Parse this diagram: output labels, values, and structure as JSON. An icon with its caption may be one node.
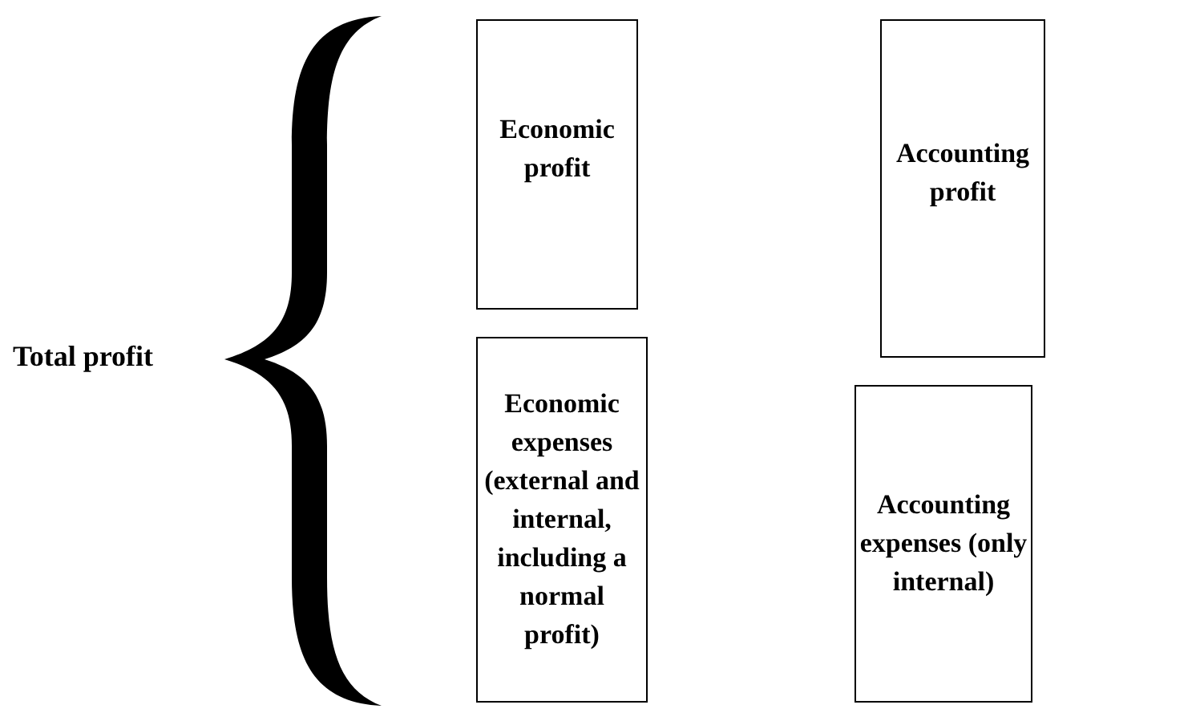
{
  "diagram": {
    "nodes": [
      {
        "text": [
          "Economic profit"
        ]
      },
      {
        "text": [
          "Accounting profit"
        ]
      },
      {
        "text": [
          "Economic expenses (external and internal, including a normal profit)"
        ]
      },
      {
        "text": [
          "Accounting expenses (only internal)"
        ]
      }
    ],
    "labels": [
      "Total profit"
    ]
  }
}
